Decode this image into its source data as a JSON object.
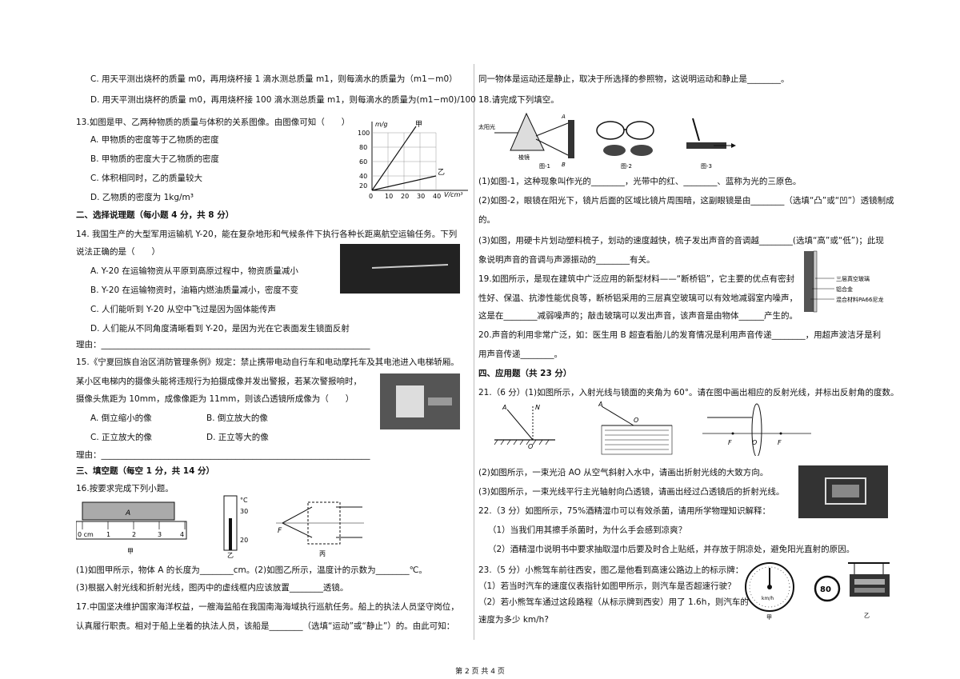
{
  "left": [
    {
      "id": "c",
      "text": "C. 用天平测出烧杯的质量 m0，再用烧杯接 1 滴水测总质量 m1，则每滴水的质量为（m1－m0）"
    },
    {
      "id": "d",
      "text": "D. 用天平测出烧杯的质量 m0，再用烧杯接 100 滴水测总质量 m1，则每滴水的质量为(m1−m0)/100"
    },
    {
      "id": "q13",
      "text": "13.如图是甲、乙两种物质的质量与体积的关系图像。由图像可知（　　）"
    },
    {
      "id": "q13a",
      "text": "A. 甲物质的密度等于乙物质的密度"
    },
    {
      "id": "q13b",
      "text": "B. 甲物质的密度大于乙物质的密度"
    },
    {
      "id": "q13c",
      "text": "C. 体积相同时，乙的质量较大"
    },
    {
      "id": "q13d",
      "text": "D. 乙物质的密度为 1kg/m³"
    },
    {
      "id": "sec2",
      "text": "二、选择说理题（每小题 4 分，共 8 分）"
    },
    {
      "id": "q14",
      "text": "14. 我国生产的大型军用运输机 Y-20，能在复杂地形和气候条件下执行各种长距离航空运输任务。下列"
    },
    {
      "id": "q14b",
      "text": "说法正确的是（　　）"
    },
    {
      "id": "q14A",
      "text": "A. Y-20 在运输物资从平原到高原过程中，物资质量减小"
    },
    {
      "id": "q14B",
      "text": "B. Y-20 在运输物资时，油箱内燃油质量减小，密度不变"
    },
    {
      "id": "q14C",
      "text": "C. 人们能听到 Y-20 从空中飞过是因为固体能传声"
    },
    {
      "id": "q14D",
      "text": "D. 人们能从不同角度清晰看到 Y-20，是因为光在它表面发生镜面反射"
    },
    {
      "id": "reason14",
      "text": "理由：________________________________________________________________"
    },
    {
      "id": "q15",
      "text": "15.《宁夏回族自治区消防管理条例》规定：禁止携带电动自行车和电动摩托车及其电池进入电梯轿厢。"
    },
    {
      "id": "q15b",
      "text": "某小区电梯内的摄像头能将违规行为拍摄成像并发出警报，若某次警报响时，"
    },
    {
      "id": "q15c",
      "text": "摄像头焦距为 10mm，成像像距为 11mm，则该凸透镜所成像为（　　）"
    },
    {
      "id": "q15A",
      "text": "A. 倒立缩小的像"
    },
    {
      "id": "q15B",
      "text": "B. 倒立放大的像"
    },
    {
      "id": "q15C",
      "text": "C. 正立放大的像"
    },
    {
      "id": "q15D",
      "text": "D. 正立等大的像"
    },
    {
      "id": "reason15",
      "text": "理由：________________________________________________________________"
    },
    {
      "id": "sec3",
      "text": "三、填空题（每空 1 分，共 14 分）"
    },
    {
      "id": "q16",
      "text": "16.按要求完成下列小题。"
    },
    {
      "id": "q16a",
      "text": "(1)如图甲所示，物体 A 的长度为________cm。(2)如图乙所示，温度计的示数为________℃。"
    },
    {
      "id": "q16c",
      "text": "(3)根据入射光线和折射光线，图丙中的虚线框内应该放置________透镜。"
    },
    {
      "id": "q17",
      "text": "17.中国坚决维护国家海洋权益，一艘海监船在我国南海海域执行巡航任务。船上的执法人员坚守岗位，"
    },
    {
      "id": "q17b",
      "text": "认真履行职责。相对于船上坐着的执法人员，该船是________（选填“运动”或“静止”）的。由此可知："
    }
  ],
  "right": [
    {
      "id": "r1",
      "text": "同一物体是运动还是静止，取决于所选择的参照物，这说明运动和静止是________。"
    },
    {
      "id": "q18",
      "text": "18.请完成下列填空。"
    },
    {
      "id": "q18a",
      "text": "(1)如图-1，这种现象叫作光的________，光带中的红、________、蓝称为光的三原色。"
    },
    {
      "id": "q18b",
      "text": "(2)如图-2，眼镜在阳光下，镜片后面的区域比镜片周围暗，这副眼镜是由________（选填“凸”或“凹”）透镜制成"
    },
    {
      "id": "q18b2",
      "text": "的。"
    },
    {
      "id": "q18c",
      "text": "(3)如图，用硬卡片划动塑料梳子，划动的速度越快，梳子发出声音的音调越________(选填“高”或“低”)；此现"
    },
    {
      "id": "q18c2",
      "text": "象说明声音的音调与声源振动的________有关。"
    },
    {
      "id": "q19",
      "text": "19.如图所示，是现在建筑中广泛应用的新型材料——“断桥铝”，它主要的优点有密封"
    },
    {
      "id": "q19b",
      "text": "性好、保温、抗渗性能优良等，断桥铝采用的三层真空玻璃可以有效地减弱室内噪声，"
    },
    {
      "id": "q19c",
      "text": "这是在________减弱噪声的；敲击玻璃可以发出声音，该声音是由物体______产生的。"
    },
    {
      "id": "q20",
      "text": "20.声音的利用非常广泛，如：医生用 B 超查看胎儿的发育情况是利用声音传递________，用超声波洁牙是利"
    },
    {
      "id": "q20b",
      "text": "用声音传递________。"
    },
    {
      "id": "sec4",
      "text": "四、应用题（共 23 分）"
    },
    {
      "id": "q21",
      "text": "21.（6 分）(1)如图所示，入射光线与镜面的夹角为 60°。请在图中画出相应的反射光线，并标出反射角的度数。"
    },
    {
      "id": "q21b",
      "text": "(2)如图所示，一束光沿 AO 从空气斜射入水中，请画出折射光线的大致方向。"
    },
    {
      "id": "q21c",
      "text": "(3)如图所示，一束光线平行主光轴射向凸透镜，请画出经过凸透镜后的折射光线。"
    },
    {
      "id": "q22",
      "text": "22.（3 分）如图所示，75%酒精湿巾可以有效杀菌，请用所学物理知识解释："
    },
    {
      "id": "q22a",
      "text": "（1）当我们用其擦手杀菌时，为什么手会感到凉爽？"
    },
    {
      "id": "q22b",
      "text": "（2）酒精湿巾说明书中要求抽取湿巾后要及时合上贴纸，并存放于阴凉处，避免阳光直射的原因。"
    },
    {
      "id": "q23",
      "text": "23.（5 分）小熊驾车前往西安，图乙是他看到高速公路边上的标示牌："
    },
    {
      "id": "q23a",
      "text": "（1）若当时汽车的速度仪表指针如图甲所示，则汽车是否超速行驶？"
    },
    {
      "id": "q23b",
      "text": "（2）若小熊驾车通过这段路程（从标示牌到西安）用了 1.6h，则汽车的"
    },
    {
      "id": "q23c",
      "text": "速度为多少 km/h?"
    }
  ],
  "figures": {
    "graph": {
      "ylabel": "m/g",
      "xlabel": "V/cm³",
      "jia": "甲",
      "yi": "乙",
      "yticks": [
        "100",
        "80",
        "60",
        "40",
        "20"
      ],
      "xticks": [
        "0",
        "10",
        "20",
        "30",
        "40"
      ]
    },
    "ruler": {
      "label_a": "A",
      "unit": "0 cm",
      "ticks": [
        "1",
        "2",
        "3",
        "4"
      ],
      "caption": "甲"
    },
    "thermo": {
      "unit": "°C",
      "t30": "30",
      "t20": "20",
      "caption": "乙"
    },
    "lens_box": {
      "f": "F",
      "caption": "丙"
    },
    "prism": {
      "sun": "太阳光",
      "lens": "棱镜",
      "a": "A",
      "b": "B",
      "caption": "图-1"
    },
    "glasses": {
      "caption": "图-2"
    },
    "comb": {
      "caption": "图-3"
    },
    "window": {
      "l1": "三层真空玻璃",
      "l2": "铝合金",
      "l3": "混合材料PA66尼龙"
    },
    "mirror": {
      "a": "A",
      "n": "N",
      "o": "O"
    },
    "water": {
      "a": "A",
      "o": "O"
    },
    "convex": {
      "f1": "F",
      "o": "O",
      "f2": "F"
    },
    "speedo": {
      "unit": "km/h",
      "caption": "甲"
    },
    "sign": {
      "limit": "80",
      "caption": "乙"
    }
  },
  "footer": "第 2 页 共 4 页"
}
